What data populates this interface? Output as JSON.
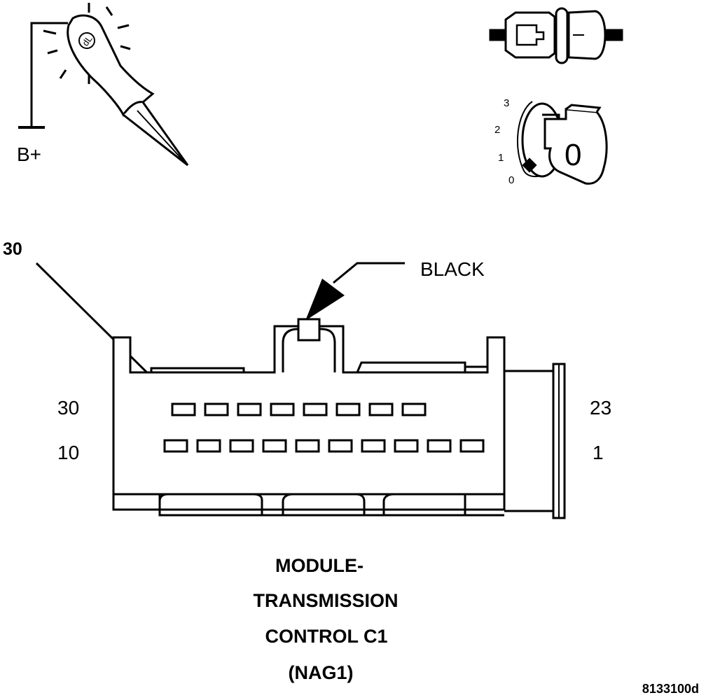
{
  "probe": {
    "supply_label": "B+",
    "icon": "test-light-probe-icon",
    "handle_mark": "dL"
  },
  "connector_icon": "connector-disconnected-icon",
  "ignition": {
    "icon": "ignition-key-icon",
    "positions": [
      "3",
      "2",
      "1",
      "0"
    ],
    "key_label": "0"
  },
  "callout": {
    "cavity": "30",
    "color_label": "BLACK"
  },
  "pin_labels": {
    "upper_left": "30",
    "upper_right": "23",
    "lower_left": "10",
    "lower_right": "1"
  },
  "pins": {
    "upper_row_count": 8,
    "lower_row_count": 10
  },
  "caption": [
    "MODULE-",
    "TRANSMISSION",
    "CONTROL C1",
    "(NAG1)"
  ],
  "figure_id": "8133100d"
}
